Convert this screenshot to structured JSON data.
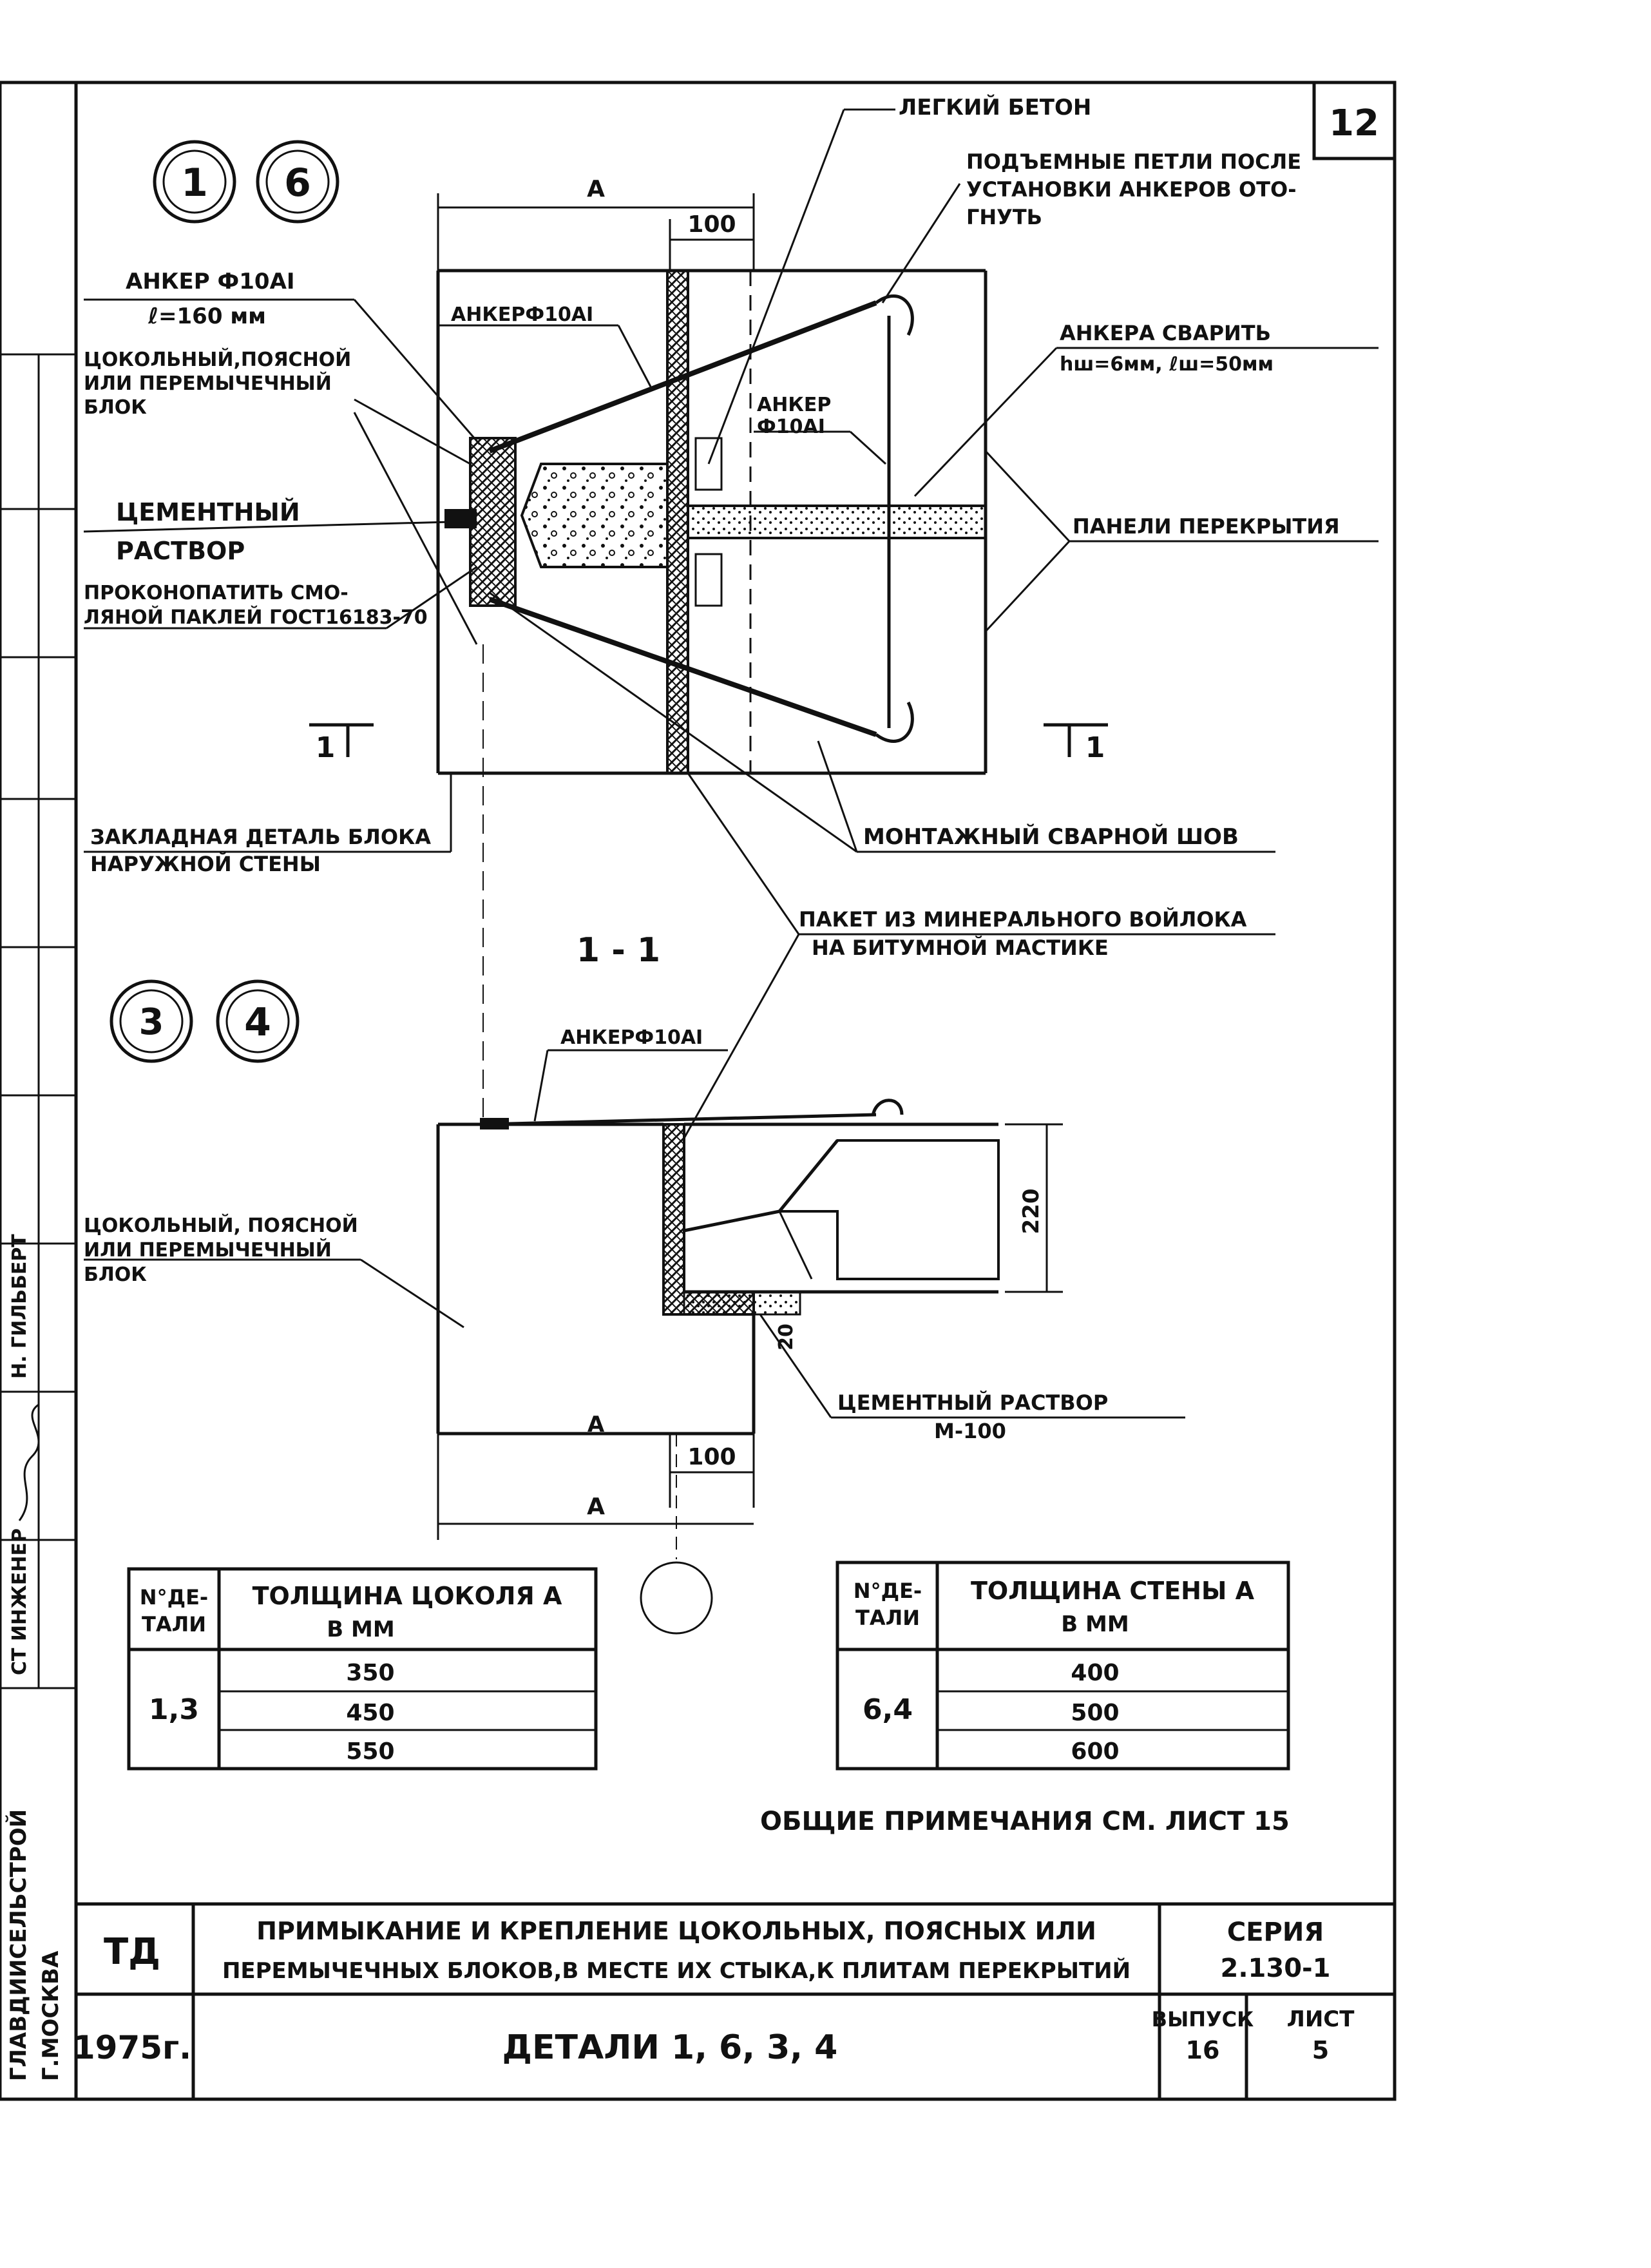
{
  "sheet": {
    "sheet_number_top": "12",
    "stamp_left_top": "СТ ИНЖЕНЕР",
    "stamp_left_name": "Н. ГИЛЬБЕРТ",
    "org_line1": "ГЛАВДИИСЕЛЬСТРОЙ",
    "org_line2": "Г.МОСКВА"
  },
  "detail_marks_top": [
    "1",
    "6"
  ],
  "detail_marks_bottom": [
    "3",
    "4"
  ],
  "section_label": "1 - 1",
  "section_markers": [
    "1",
    "1"
  ],
  "dimensions": {
    "A_top": "А",
    "d100_top": "100",
    "A_bottom_inner": "А",
    "d100_bottom": "100",
    "A_bottom": "А",
    "d220": "220",
    "d20": "20"
  },
  "labels": {
    "light_concrete": "ЛЕГКИЙ БЕТОН",
    "lift_loops_1": "ПОДЪЕМНЫЕ ПЕТЛИ ПОСЛЕ",
    "lift_loops_2": "УСТАНОВКИ АНКЕРОВ ОТО-",
    "lift_loops_3": "ГНУТЬ",
    "anchor_left_1": "АНКЕР Ф10АI",
    "anchor_left_2": "ℓ=160 мм",
    "block_top_1": "ЦОКОЛЬНЫЙ,ПОЯСНОЙ",
    "block_top_2": "ИЛИ ПЕРЕМЫЧЕЧНЫЙ",
    "block_top_3": "БЛОК",
    "cement_1": "ЦЕМЕНТНЫЙ",
    "cement_2": "РАСТВОР",
    "caulk_1": "ПРОКОНОПАТИТЬ СМО-",
    "caulk_2": "ЛЯНОЙ ПАКЛЕЙ ГОСТ16183-70",
    "anchor_mid": "АНКЕРФ10АI",
    "anchor_right_1": "АНКЕР",
    "anchor_right_2": "Ф10АI",
    "weld_1": "АНКЕРА СВАРИТЬ",
    "weld_2": "hш=6мм, ℓш=50мм",
    "floor_panels": "ПАНЕЛИ ПЕРЕКРЫТИЯ",
    "embedded_1": "ЗАКЛАДНАЯ ДЕТАЛЬ БЛОКА",
    "embedded_2": "НАРУЖНОЙ СТЕНЫ",
    "mount_weld": "МОНТАЖНЫЙ СВАРНОЙ ШОВ",
    "packet_1": "ПАКЕТ ИЗ МИНЕРАЛЬНОГО ВОЙЛОКА",
    "packet_2": "НА БИТУМНОЙ МАСТИКЕ",
    "anchor_bottom": "АНКЕРФ10АI",
    "block_bottom_1": "ЦОКОЛЬНЫЙ, ПОЯСНОЙ",
    "block_bottom_2": "ИЛИ ПЕРЕМЫЧЕЧНЫЙ",
    "block_bottom_3": "БЛОК",
    "cement_bottom_1": "ЦЕМЕНТНЫЙ РАСТВОР",
    "cement_bottom_2": "М-100"
  },
  "table_left": {
    "h1": "N°ДЕ-",
    "h1b": "ТАЛИ",
    "h2": "ТОЛЩИНА ЦОКОЛЯ А",
    "h2b": "В ММ",
    "detail": "1,3",
    "values": [
      "350",
      "450",
      "550"
    ]
  },
  "table_right": {
    "h1": "N°ДЕ-",
    "h1b": "ТАЛИ",
    "h2": "ТОЛЩИНА СТЕНЫ А",
    "h2b": "В ММ",
    "detail": "6,4",
    "values": [
      "400",
      "500",
      "600"
    ]
  },
  "notes": "ОБЩИЕ ПРИМЕЧАНИЯ СМ. ЛИСТ 15",
  "title_block": {
    "code": "ТД",
    "year": "1975г.",
    "title_1": "ПРИМЫКАНИЕ И КРЕПЛЕНИЕ ЦОКОЛЬНЫХ, ПОЯСНЫХ ИЛИ",
    "title_2": "ПЕРЕМЫЧЕЧНЫХ БЛОКОВ,В МЕСТЕ ИХ СТЫКА,К ПЛИТАМ ПЕРЕКРЫТИЙ",
    "subtitle": "ДЕТАЛИ 1, 6, 3, 4",
    "series_label": "СЕРИЯ",
    "series_value": "2.130-1",
    "issue_label": "ВЫПУСК",
    "issue_value": "16",
    "sheet_label": "ЛИСТ",
    "sheet_value": "5"
  }
}
